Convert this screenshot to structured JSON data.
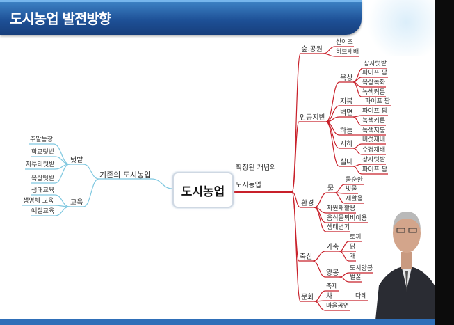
{
  "slide": {
    "title": "도시농업 발전방향"
  },
  "center": {
    "label": "도시농업"
  },
  "left": {
    "label": "기존의 도시농업",
    "garden": {
      "label": "텃밭",
      "items": [
        "주말농장",
        "학교텃밭",
        "자투리텃밭",
        "옥상텃밭"
      ]
    },
    "education": {
      "label": "교육",
      "items": [
        "생태교육",
        "생명체 교육",
        "예절교육"
      ]
    }
  },
  "right": {
    "label_line1": "확장된 개념의",
    "label_line2": "도시농업",
    "forest": {
      "label": "숲.공원",
      "items": [
        "산야초",
        "허브재배"
      ]
    },
    "artificial": {
      "label": "인공지반",
      "rooftop": {
        "label": "옥상",
        "items": [
          "상자텃밭",
          "파이프 팜",
          "옥상녹화",
          "녹색커튼"
        ]
      },
      "roof": {
        "label": "지붕",
        "items": [
          "파이프 팜"
        ]
      },
      "wall": {
        "label": "벽면",
        "items": [
          "파이프 팜",
          "녹색커튼"
        ]
      },
      "sky": {
        "label": "하늘",
        "items": [
          "녹색지붕"
        ]
      },
      "underground": {
        "label": "지하",
        "items": [
          "버섯재배",
          "수경재배"
        ]
      },
      "indoor": {
        "label": "실내",
        "items": [
          "상자텃밭",
          "파이프 팜"
        ]
      }
    },
    "environment": {
      "label": "환경",
      "water": {
        "label": "물",
        "items": [
          "물순환",
          "빗물",
          "재활용"
        ]
      },
      "items": [
        "자원재활용",
        "음식물퇴비이용",
        "생태변기"
      ]
    },
    "livestock": {
      "label": "축산",
      "animals": {
        "label": "가축",
        "items": [
          "토끼",
          "닭",
          "개"
        ]
      },
      "bees": {
        "label": "양봉",
        "items": [
          "도시양봉",
          "벌꿀"
        ]
      }
    },
    "culture": {
      "label": "문화",
      "items": [
        "축제",
        "마을공연"
      ],
      "tea": {
        "label": "차",
        "items": [
          "다례"
        ]
      }
    }
  },
  "colors": {
    "right_branch": "#c8202a",
    "left_branch": "#7fc8e0",
    "header": "#1d4f95"
  }
}
